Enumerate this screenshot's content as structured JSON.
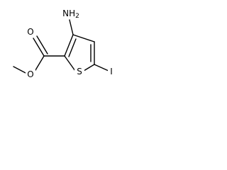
{
  "molecule": {
    "atoms": {
      "amino": {
        "text": "NH",
        "subscript": "2"
      },
      "sulfur": "S",
      "iodine": "I",
      "carbonyl_oxygen": "O",
      "ester_oxygen": "O"
    }
  },
  "colors": {
    "bond": "#000000",
    "label": "#000000",
    "background": "#ffffff"
  }
}
